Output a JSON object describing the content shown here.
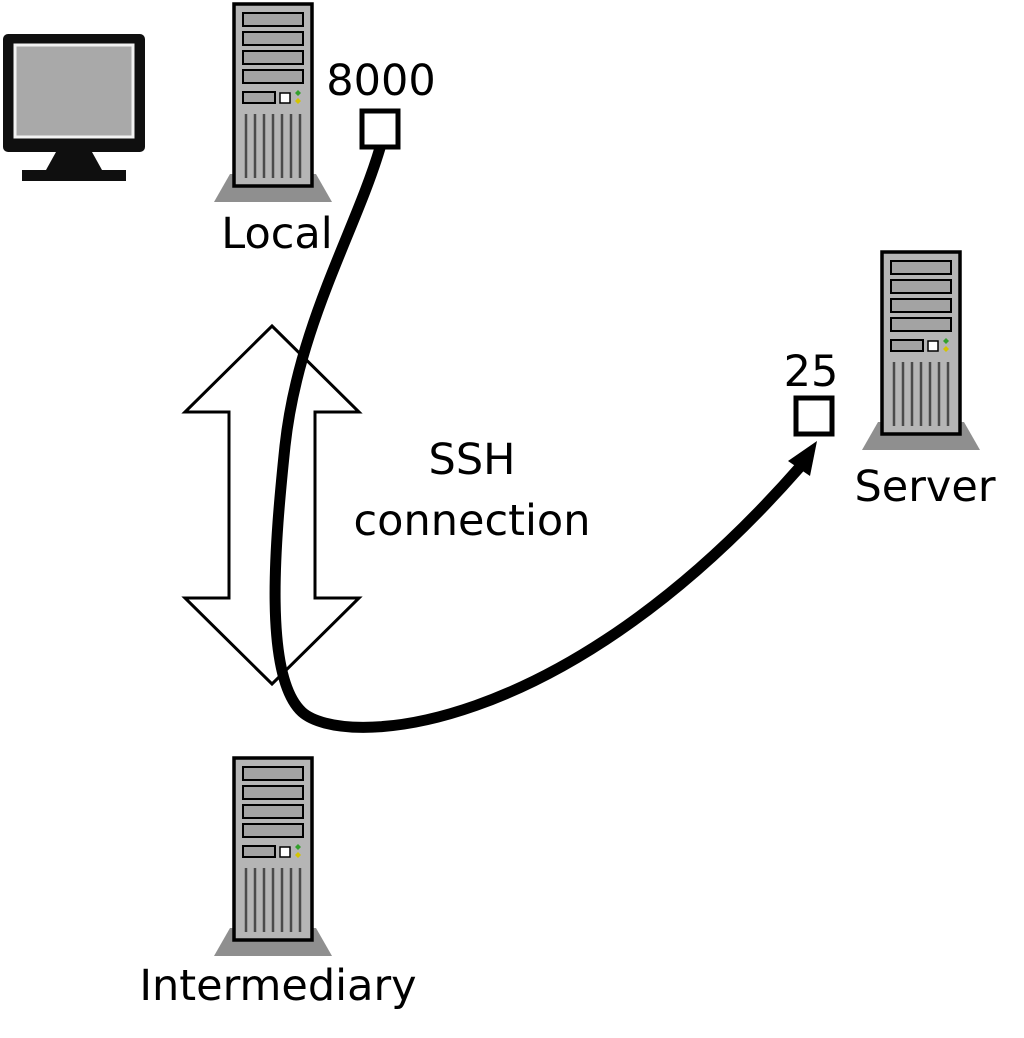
{
  "diagram": {
    "nodes": {
      "local": {
        "label": "Local",
        "icon": "tower-computer-icon"
      },
      "intermediary": {
        "label": "Intermediary",
        "icon": "tower-computer-icon"
      },
      "server": {
        "label": "Server",
        "icon": "tower-computer-icon"
      },
      "workstation": {
        "icon": "monitor-icon"
      }
    },
    "ports": {
      "local": "8000",
      "server": "25"
    },
    "connection_label": {
      "line1": "SSH",
      "line2": "connection"
    },
    "colors": {
      "background": "#ffffff",
      "outline": "#000000",
      "tower_body": "#b5b5b5",
      "tower_bay": "#a3a3a3",
      "tower_base": "#8f8f8f",
      "screen": "#a9a9a9",
      "led_green": "#33a02c",
      "led_yellow": "#d4c400"
    }
  }
}
